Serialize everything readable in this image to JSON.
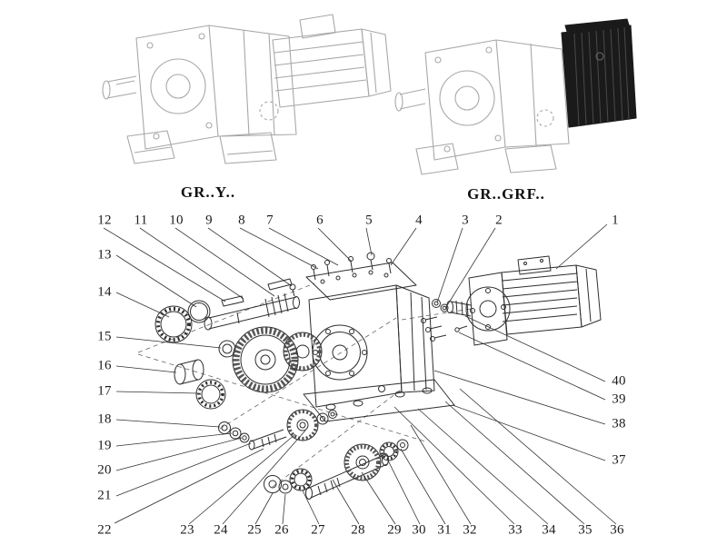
{
  "variant_labels": {
    "left": "GR..Y..",
    "right": "GR..GRF.."
  },
  "callouts": {
    "top": [
      "12",
      "11",
      "10",
      "9",
      "8",
      "7",
      "6",
      "5",
      "4",
      "3",
      "2",
      "1"
    ],
    "left": [
      "13",
      "14",
      "15",
      "16",
      "17",
      "18",
      "19",
      "20",
      "21",
      "22"
    ],
    "bottom": [
      "23",
      "24",
      "25",
      "26",
      "27",
      "28",
      "29",
      "30",
      "31",
      "32",
      "33",
      "34",
      "35",
      "36"
    ],
    "right": [
      "40",
      "39",
      "38",
      "37"
    ]
  },
  "colors": {
    "exploded_line": "#2e2e2e",
    "faded_line": "#a8a8a8",
    "dark_block": "#1a1a1a",
    "leader_line": "#333333"
  }
}
